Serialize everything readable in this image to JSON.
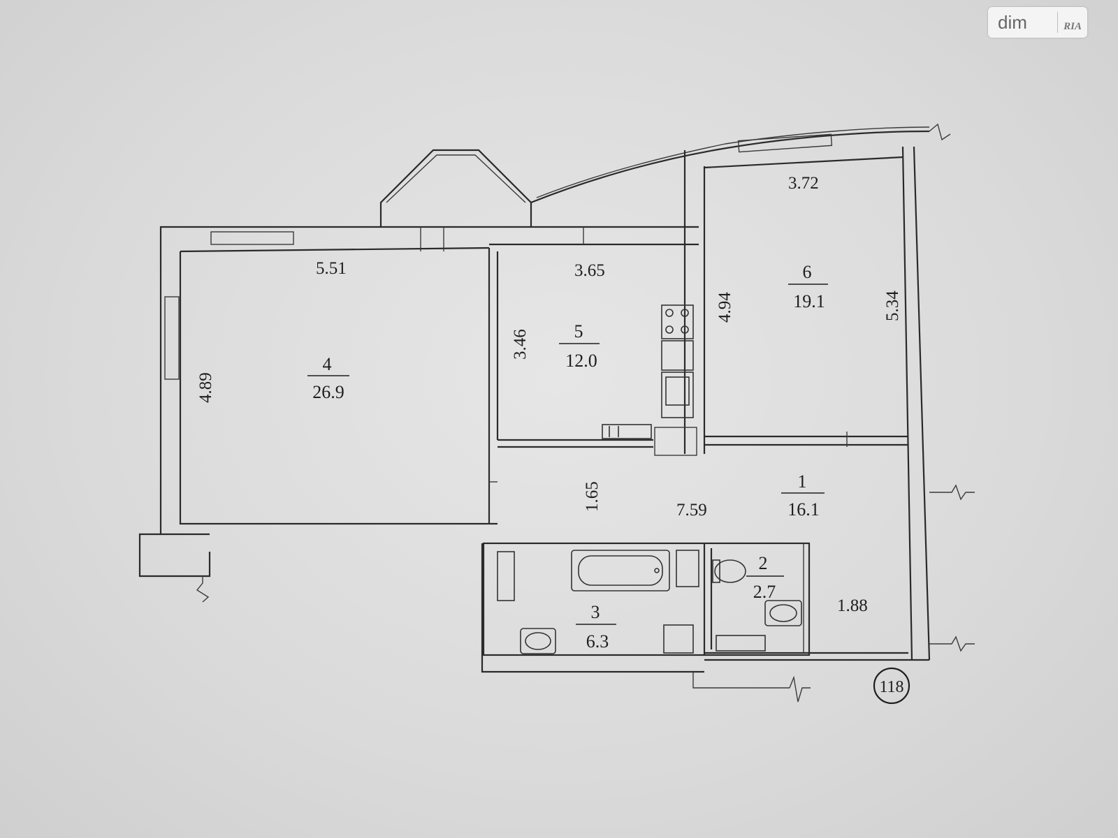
{
  "watermark": {
    "brand_left": "dim",
    "brand_right": "RIA"
  },
  "dimensions": {
    "room4_width": "5.51",
    "room4_height": "4.89",
    "room5_width": "3.65",
    "room5_height": "3.46",
    "room6_width": "3.72",
    "room6_height_left": "4.94",
    "room6_height_right": "5.34",
    "hall_depth": "1.65",
    "hall_length": "7.59",
    "hall_end_width": "1.88"
  },
  "rooms": [
    {
      "number": "4",
      "area": "26.9"
    },
    {
      "number": "5",
      "area": "12.0"
    },
    {
      "number": "6",
      "area": "19.1"
    },
    {
      "number": "1",
      "area": "16.1"
    },
    {
      "number": "3",
      "area": "6.3"
    },
    {
      "number": "2",
      "area": "2.7"
    }
  ],
  "plan_marker": "118"
}
